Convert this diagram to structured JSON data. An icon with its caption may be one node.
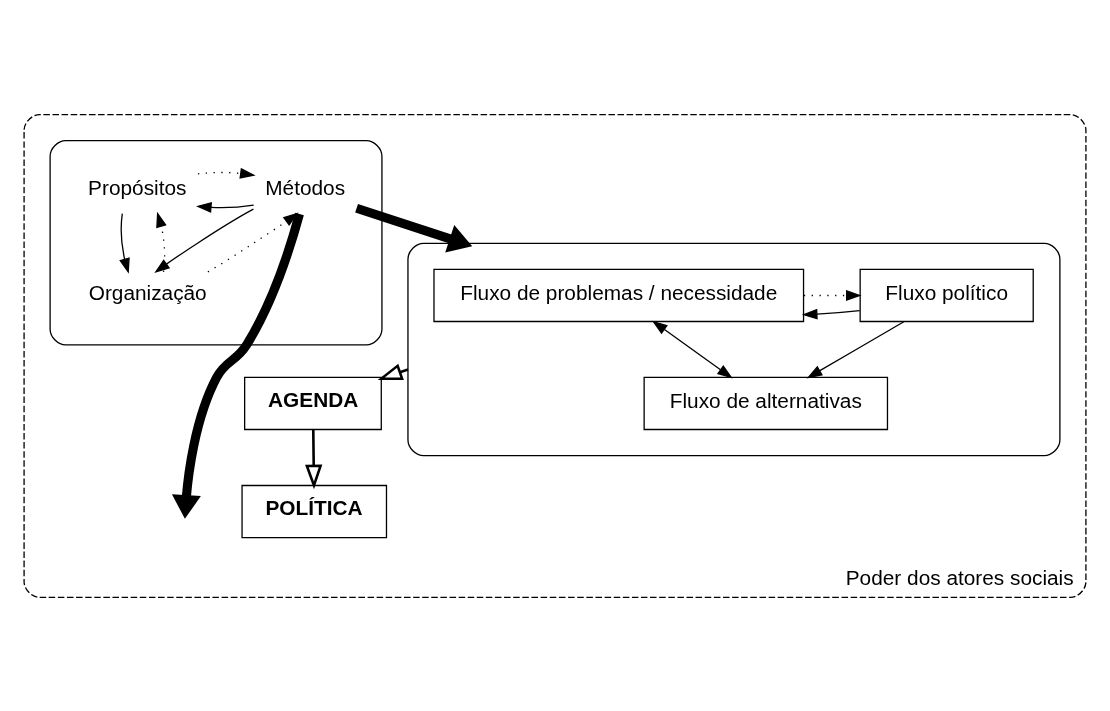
{
  "diagram": {
    "nodes": [
      {
        "text": [
          "Poder dos atores sociais"
        ]
      },
      {
        "text": [],
        "shape": "ellipse",
        "in": 0
      },
      {
        "text": [
          "Fluxo de problemas / necessidade"
        ],
        "in": 1
      },
      {
        "text": [
          "Fluxo político"
        ],
        "in": 1
      },
      {
        "text": [
          "Fluxo de alternativas"
        ],
        "in": 1
      },
      {
        "text": [],
        "shape": "ellipse",
        "in": 0
      },
      {
        "text": [
          "Propósitos"
        ],
        "in": 5
      },
      {
        "text": [
          "Métodos"
        ],
        "in": 5
      },
      {
        "text": [
          "Organização"
        ],
        "in": 5
      },
      {
        "text": [
          "AGENDA"
        ],
        "in": 0
      },
      {
        "text": [
          "POLÍTICA"
        ],
        "in": 0
      }
    ],
    "edges": [
      {
        "from": 3,
        "to": 2,
        "arrow": "to"
      },
      {
        "from": 2,
        "to": 3,
        "arrow": "to",
        "style": "dashed"
      },
      {
        "from": 2,
        "to": 4,
        "arrow": "both"
      },
      {
        "from": 3,
        "to": 4,
        "arrow": "to"
      },
      {
        "from": 7,
        "to": 6,
        "arrow": "to"
      },
      {
        "from": 6,
        "to": 7,
        "arrow": "to",
        "style": "dashed"
      },
      {
        "from": 6,
        "to": 8,
        "arrow": "to"
      },
      {
        "from": 8,
        "to": 6,
        "arrow": "to",
        "style": "dashed"
      },
      {
        "from": 7,
        "to": 8,
        "arrow": "to"
      },
      {
        "from": 8,
        "to": 7,
        "arrow": "to",
        "style": "dashed"
      },
      {
        "from": 7,
        "to": 1,
        "arrow": "to",
        "style": "thick"
      },
      {
        "from": 7,
        "to": null,
        "arrow": "to",
        "style": "thick"
      },
      {
        "from": 1,
        "to": 9,
        "arrow": "to"
      },
      {
        "from": 9,
        "to": 10,
        "arrow": "to"
      }
    ]
  }
}
